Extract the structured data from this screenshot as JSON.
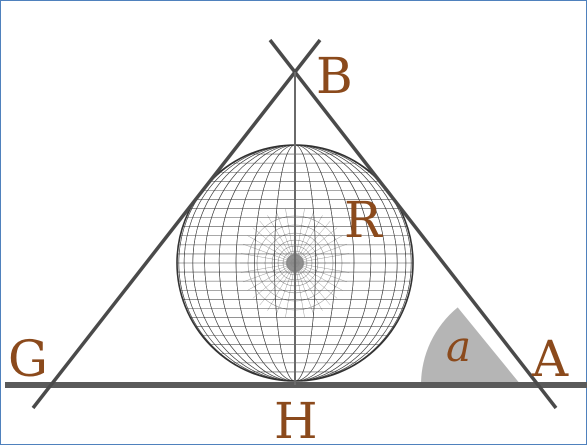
{
  "labels": {
    "B": "B",
    "R": "R",
    "G": "G",
    "H": "H",
    "A": "A",
    "angle": "a"
  },
  "colors": {
    "line": "#4a4a4a",
    "baseline": "#5a5a5a",
    "label": "#8b4a1c",
    "angle_fill": "#b5b5b5",
    "sphere_grid": "#333333",
    "sphere_center": "#888888",
    "border": "#4f81bd"
  }
}
